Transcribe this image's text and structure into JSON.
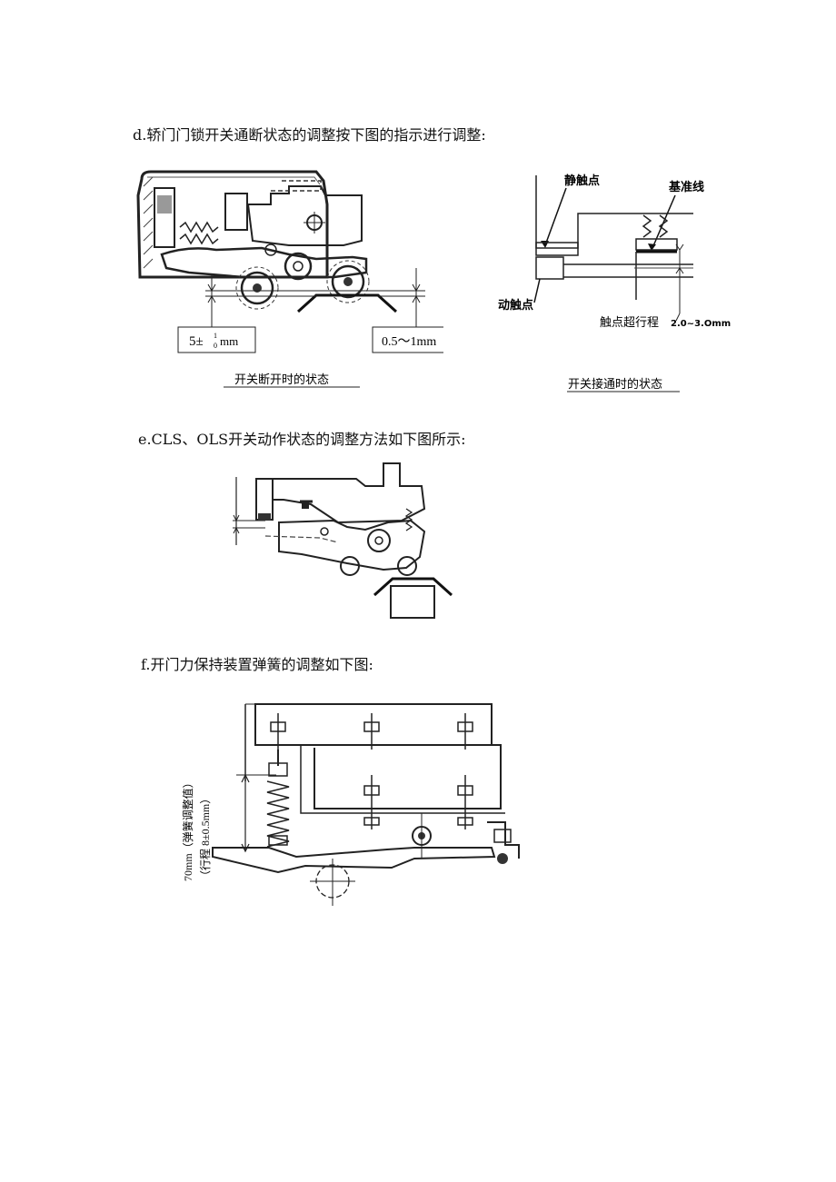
{
  "section_d": {
    "text": "d.轿门门锁开关通断状态的调整按下图的指示进行调整:",
    "fig_left": {
      "dim_left": "5±",
      "dim_left_sup": "1",
      "dim_left_sub": "0",
      "dim_left_unit": "mm",
      "dim_right": "0.5～1mm",
      "caption": "开关断开时的状态"
    },
    "fig_right": {
      "label_static": "静触点",
      "label_baseline": "基准线",
      "label_moving": "动触点",
      "label_overtravel": "触点超行程",
      "overtravel_value": "2.0~3.Omm",
      "caption": "开关接通时的状态"
    }
  },
  "section_e": {
    "text": "e.CLS、OLS开关动作状态的调整方法如下图所示:"
  },
  "section_f": {
    "text": "f.开门力保持装置弹簧的调整如下图:",
    "dim_label_1": "70mm（弹簧调整值）",
    "dim_label_2": "（行程 8±0.5mm）"
  }
}
